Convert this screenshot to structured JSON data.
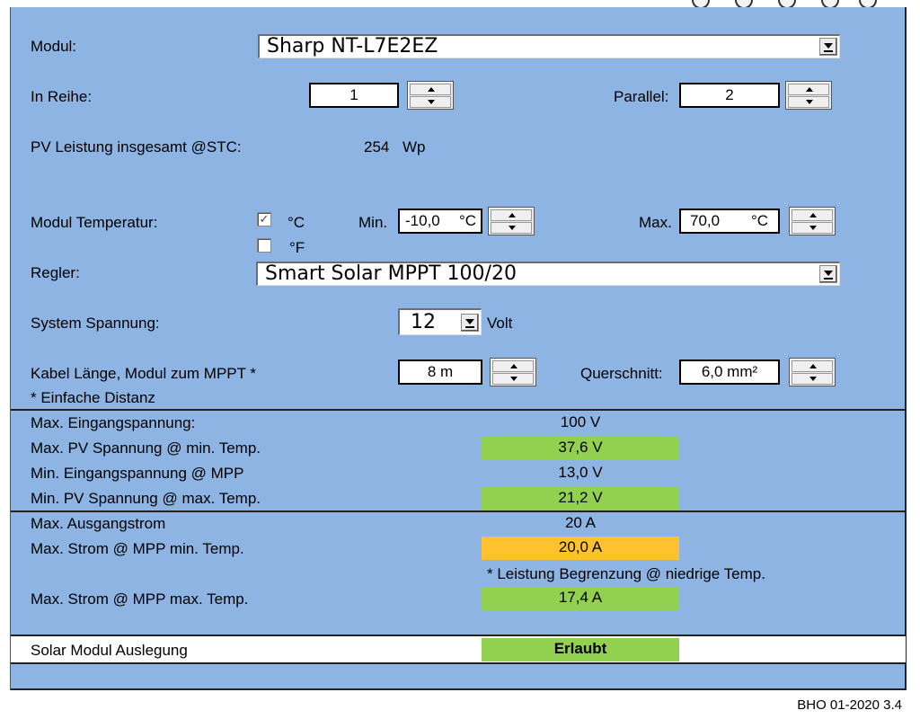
{
  "modul": {
    "label": "Modul:",
    "value": "Sharp NT-L7E2EZ"
  },
  "in_reihe": {
    "label": "In Reihe:",
    "value": "1"
  },
  "parallel": {
    "label": "Parallel:",
    "value": "2"
  },
  "pv_leistung": {
    "label": "PV Leistung insgesamt @STC:",
    "value": "254",
    "unit": "Wp"
  },
  "modul_temperatur": {
    "label": "Modul Temperatur:",
    "unit_c": "°C",
    "unit_f": "°F",
    "celsius_checked": true,
    "min_label": "Min.",
    "min_value": "-10,0",
    "min_unit": "°C",
    "max_label": "Max.",
    "max_value": "70,0",
    "max_unit": "°C",
    "check_mark": "✓"
  },
  "regler": {
    "label": "Regler:",
    "value": "Smart Solar MPPT 100/20"
  },
  "system_spannung": {
    "label": "System Spannung:",
    "value": "12",
    "unit": "Volt"
  },
  "kabel": {
    "label": "Kabel Länge, Modul zum MPPT *",
    "note": "* Einfache Distanz",
    "length": "8 m",
    "querschnitt_label": "Querschnitt:",
    "querschnitt_value": "6,0 mm²"
  },
  "results": {
    "max_eingangspannung": {
      "label": "Max. Eingangspannung:",
      "value": "100 V"
    },
    "max_pv_spannung": {
      "label": "Max. PV Spannung @ min. Temp.",
      "value": "37,6 V"
    },
    "min_eingangspannung": {
      "label": "Min. Eingangspannung @ MPP",
      "value": "13,0 V"
    },
    "min_pv_spannung": {
      "label": "Min. PV Spannung @ max. Temp.",
      "value": "21,2 V"
    },
    "max_ausgangstrom": {
      "label": "Max. Ausgangstrom",
      "value": "20 A"
    },
    "max_strom_min": {
      "label": "Max. Strom @ MPP min. Temp.",
      "value": "20,0 A"
    },
    "begrenzung_note": "* Leistung Begrenzung @ niedrige Temp.",
    "max_strom_max": {
      "label": "Max. Strom @ MPP max. Temp.",
      "value": "17,4 A"
    }
  },
  "auslegung": {
    "label": "Solar Modul Auslegung",
    "value": "Erlaubt"
  },
  "footer": {
    "version": "BHO 01-2020 3.4"
  },
  "colors": {
    "panel": "#8db4e2",
    "ok": "#92d050",
    "warning": "#ffc12e"
  }
}
